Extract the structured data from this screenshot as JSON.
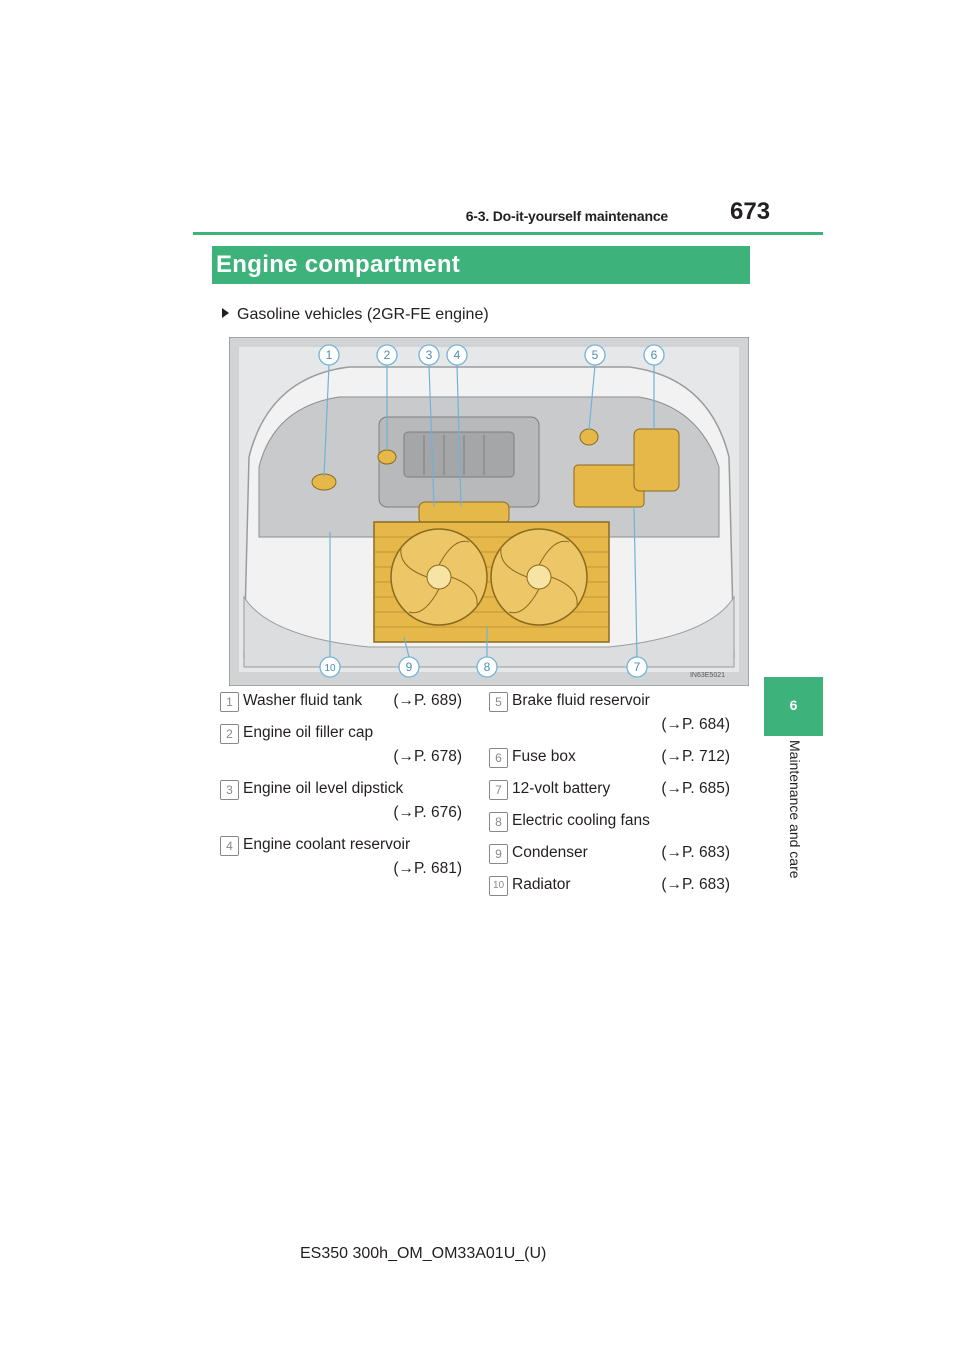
{
  "header": {
    "section": "6-3. Do-it-yourself maintenance",
    "page_number": "673"
  },
  "section_title": "Engine compartment",
  "bullet": "Gasoline vehicles (2GR-FE engine)",
  "figure": {
    "image_id": "IN63E5021",
    "callouts": [
      "1",
      "2",
      "3",
      "4",
      "5",
      "6",
      "7",
      "8",
      "9",
      "10"
    ]
  },
  "side_tab": {
    "chapter": "6",
    "label": "Maintenance and care"
  },
  "legend": [
    {
      "num": "1",
      "name": "Washer fluid tank",
      "ref": "(→P. 689)"
    },
    {
      "num": "2",
      "name": "Engine oil filler cap",
      "ref": "(→P. 678)"
    },
    {
      "num": "3",
      "name": "Engine oil level dipstick",
      "ref": "(→P. 676)"
    },
    {
      "num": "4",
      "name": "Engine coolant reservoir",
      "ref": "(→P. 681)"
    },
    {
      "num": "5",
      "name": "Brake fluid reservoir",
      "ref": "(→P. 684)"
    },
    {
      "num": "6",
      "name": "Fuse box",
      "ref": "(→P. 712)"
    },
    {
      "num": "7",
      "name": "12-volt battery",
      "ref": "(→P. 685)"
    },
    {
      "num": "8",
      "name": "Electric cooling fans",
      "ref": ""
    },
    {
      "num": "9",
      "name": "Condenser",
      "ref": "(→P. 683)"
    },
    {
      "num": "10",
      "name": "Radiator",
      "ref": "(→P. 683)"
    }
  ],
  "footer": "ES350 300h_OM_OM33A01U_(U)",
  "colors": {
    "accent": "#3db27a",
    "highlight": "#e6b84a",
    "text": "#231f20"
  }
}
